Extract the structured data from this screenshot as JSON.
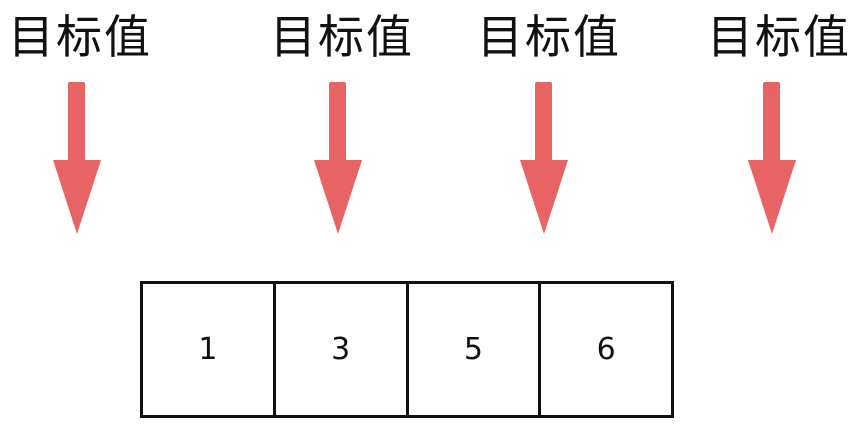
{
  "targets": [
    {
      "label": "目标值",
      "position": "before index 0"
    },
    {
      "label": "目标值",
      "position": "between 1 and 3"
    },
    {
      "label": "目标值",
      "position": "between 3 and 5"
    },
    {
      "label": "目标值",
      "position": "after index 3"
    }
  ],
  "array": {
    "cells": [
      "1",
      "3",
      "5",
      "6"
    ]
  },
  "colors": {
    "arrow": "#e86464",
    "border": "#111111",
    "text": "#111111"
  }
}
